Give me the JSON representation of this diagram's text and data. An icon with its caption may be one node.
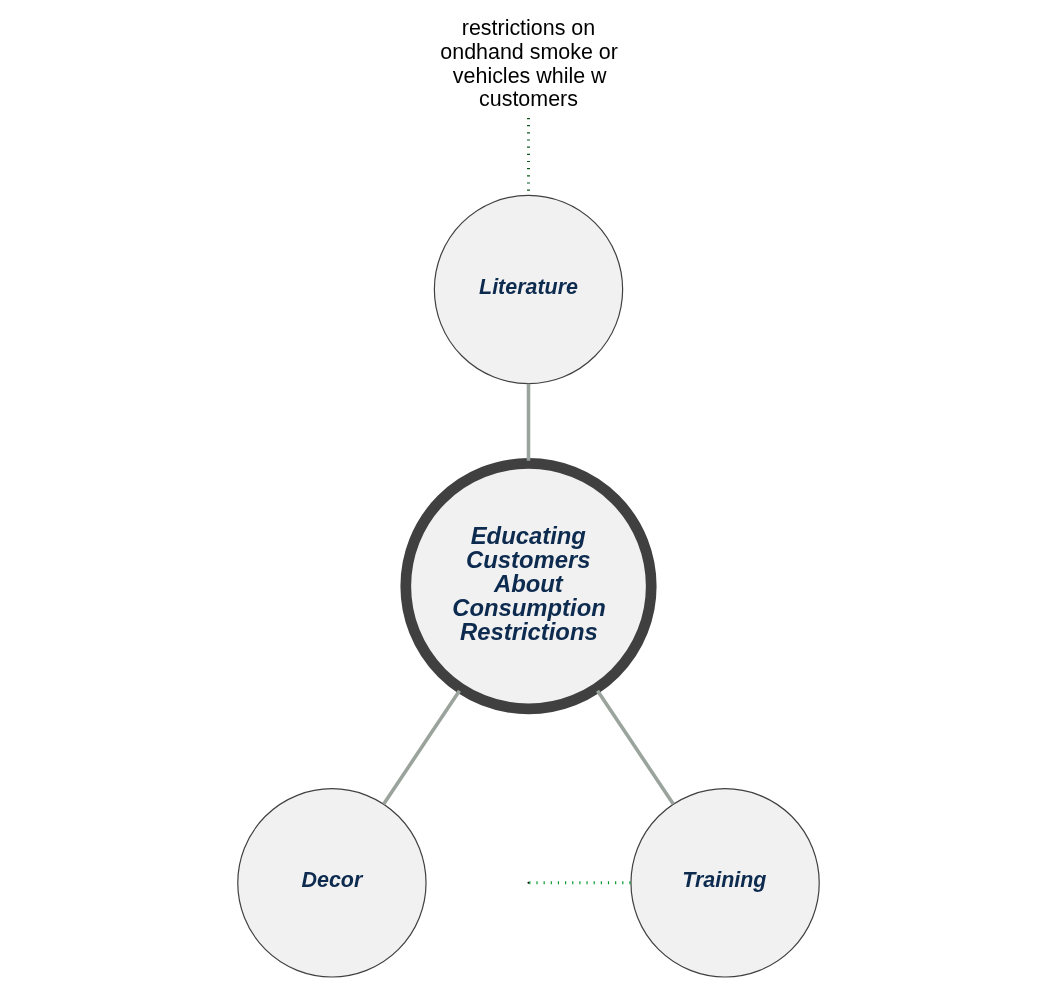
{
  "diagram": {
    "nodes": [
      {
        "text": [
          "restrictions on ondhand smoke or vehicles while w customers"
        ]
      },
      {
        "text": [
          "Literature"
        ]
      },
      {
        "text": [
          "Educating Customers About Consumption Restrictions"
        ]
      },
      {
        "text": [
          "Training"
        ]
      },
      {
        "text": [
          "Decor"
        ]
      }
    ],
    "edges": [
      {
        "from": 0,
        "to": 1,
        "arrow": "none",
        "style": "dashed",
        "color": "#0b5a1e"
      },
      {
        "from": 1,
        "to": 2,
        "arrow": "none"
      },
      {
        "from": 2,
        "to": 3,
        "arrow": "none"
      },
      {
        "from": 2,
        "to": 4,
        "arrow": "none"
      },
      {
        "from": null,
        "to": 3,
        "arrow": "none",
        "style": "dashed",
        "color": "#089a2f"
      }
    ]
  }
}
